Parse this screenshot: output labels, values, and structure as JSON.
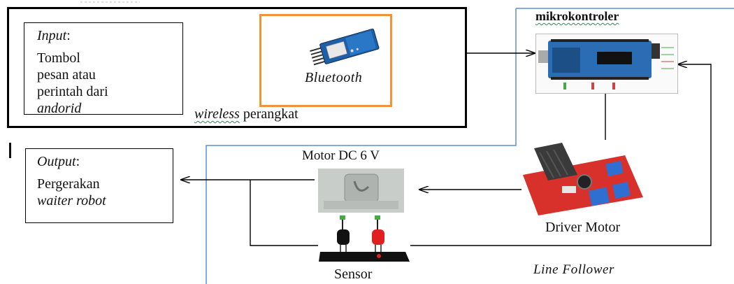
{
  "input_box": {
    "title": "Input",
    "title_colon": ":",
    "lines": [
      "Tombol",
      "pesan atau",
      "perintah dari"
    ],
    "last_line": "andorid"
  },
  "bluetooth": {
    "label": "Bluetooth"
  },
  "wireless": {
    "word1": "wireless",
    "word2": " perangkat"
  },
  "mikrokontroler": {
    "label": "mikrokontroler"
  },
  "motor_dc": {
    "label": "Motor DC 6 V"
  },
  "driver_motor": {
    "label": "Driver Motor"
  },
  "sensor": {
    "label": "Sensor"
  },
  "line_follower": {
    "label": "Line Follower"
  },
  "output_box": {
    "title": "Output",
    "title_colon": ":",
    "line1": "Pergerakan",
    "line2": "waiter robot"
  },
  "colors": {
    "frame_blue": "#5b8fd0",
    "bluetooth_border": "#f0933d",
    "arduino_blue": "#2a6db5",
    "driver_red": "#d8312b",
    "heatsink": "#3a3a3a",
    "terminal_blue": "#2f6fd1",
    "sensor_red": "#e02020"
  },
  "icons": [
    "bluetooth-module-icon",
    "arduino-board-icon",
    "dc-motor-icon",
    "motor-driver-icon",
    "line-sensor-icon"
  ]
}
